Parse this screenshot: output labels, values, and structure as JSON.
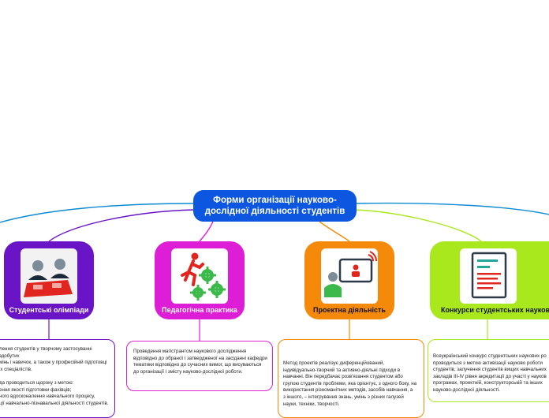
{
  "central": {
    "title": "Форми організації науково-дослідної діяльності студентів",
    "color": "#0d57e0"
  },
  "nodes": [
    {
      "id": "olympiads",
      "label": "Студентські олімпіади",
      "color": "#6a14c8",
      "text_color": "#ffffff",
      "icon": "people-at-table-icon"
    },
    {
      "id": "practice",
      "label": "Педагогічна практика",
      "color": "#dd1ed6",
      "text_color": "#ffffff",
      "icon": "runner-gears-icon"
    },
    {
      "id": "project",
      "label": "Проектна діяльність",
      "color": "#f58a0a",
      "text_color": "#111111",
      "icon": "presenter-screen-icon"
    },
    {
      "id": "contests",
      "label": "Конкурси студентських наукових робіт",
      "color": "#a8e81c",
      "text_color": "#111111",
      "icon": "document-lines-icon"
    }
  ],
  "notes": {
    "olympiads": [
      "лення студентів у творчому застосуванні здобутих",
      "мінь і навичок, а також у професійній підготовці",
      "іх спеціалістів.",
      "",
      "да проводиться щороку з метою:",
      "ення якості підготовки фахівців;",
      "ного вдосконалення навчального процесу,",
      "ції навчально-пізнавальної діяльності студентів."
    ],
    "practice": [
      "Проведення магістрантом наукового дослідження",
      "відповідно до обраної і затвердженої на засіданні кафедри",
      "тематики відповідно до сучасних вимог, що висуваються",
      "до організації і змісту науково-дослідної роботи."
    ],
    "project": [
      "Метод проектів реалізує диференційований,",
      "індивідуально-творчий та активно-діяльні підходи в",
      "навчанні. Він передбачає розв'язання студентом або",
      "групою студентів проблеми, яка орієнтує, з одного боку, на",
      "використання різноманітних методів, засобів навчання, а",
      "з іншого, – інтегрування знань, умінь з різних галузей",
      "науки, техніки, творчості."
    ],
    "contests": [
      "Всеукраїнський конкурс студентських наукових ро",
      "проводиться з метою активізації науково роботи",
      "студентів, залучення студентів вищих навчальних",
      "закладів III-IV рівня акредитації до участі у науков",
      "програмах, проектній, конструкторській та інших",
      "науково-дослідної діяльності."
    ]
  }
}
